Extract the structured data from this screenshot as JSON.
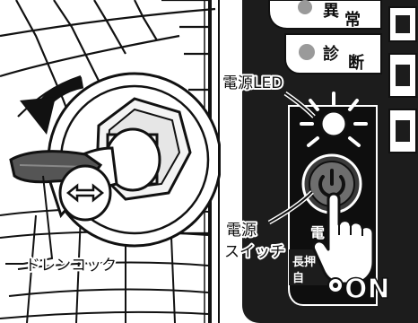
{
  "labels": {
    "drain_cock": "ドレンコック",
    "power_led": "電源LED",
    "power_switch_line1": "電源",
    "power_switch_line2": "スイッチ"
  },
  "panel": {
    "abnormal_char1": "異",
    "abnormal_char2": "常",
    "diagnosis_char1": "診",
    "diagnosis_char2": "断",
    "power_label": "電",
    "long_press_label": "長押",
    "auto_label": "自",
    "on_text": "ON"
  },
  "colors": {
    "panel_black": "#1c1c1c",
    "led_gray": "#9a9a9a",
    "button_gray": "#6e6e6e",
    "line": "#111111"
  },
  "icons": {
    "power_symbol": "power-icon",
    "rotate_arrow": "rotate-arrow-icon",
    "double_arrow": "double-arrow-icon",
    "pointing_hand": "pointing-hand-icon",
    "led_glow": "led-glow-icon"
  }
}
